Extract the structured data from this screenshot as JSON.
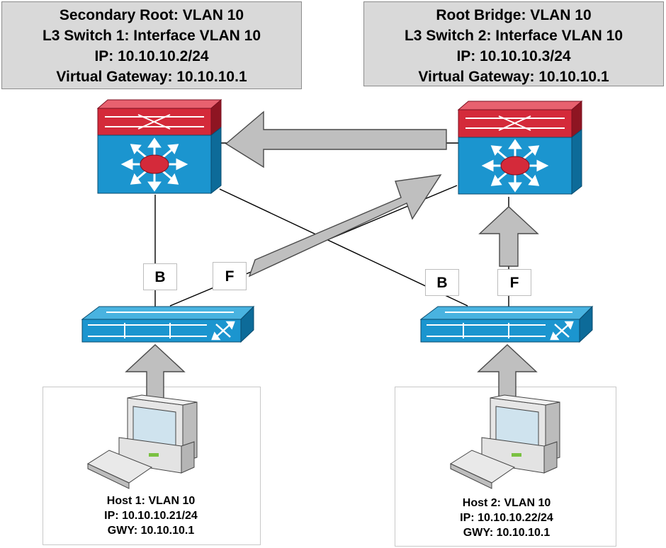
{
  "left_box": {
    "line1": "Secondary Root: VLAN 10",
    "line2": "L3 Switch 1: Interface VLAN 10",
    "line3": "IP: 10.10.10.2/24",
    "line4": "Virtual Gateway: 10.10.10.1"
  },
  "right_box": {
    "line1": "Root Bridge: VLAN 10",
    "line2": "L3 Switch 2: Interface VLAN 10",
    "line3": "IP: 10.10.10.3/24",
    "line4": "Virtual Gateway: 10.10.10.1"
  },
  "ports": {
    "left_switch_b": "B",
    "left_switch_f": "F",
    "right_switch_b": "B",
    "right_switch_f": "F"
  },
  "host1": {
    "line1": "Host 1: VLAN 10",
    "line2": "IP: 10.10.10.21/24",
    "line3": "GWY: 10.10.10.1"
  },
  "host2": {
    "line1": "Host 2: VLAN 10",
    "line2": "IP: 10.10.10.22/24",
    "line3": "GWY: 10.10.10.1"
  },
  "colors": {
    "switch_blue": "#1b95cf",
    "switch_dark_blue": "#0d6b99",
    "router_red": "#d42a3a",
    "router_dark_red": "#8e1522",
    "arrow_gray": "#bfbfbf",
    "box_gray": "#d9d9d9"
  },
  "icons": [
    "l3-switch-icon",
    "access-switch-icon",
    "host-computer-icon"
  ]
}
